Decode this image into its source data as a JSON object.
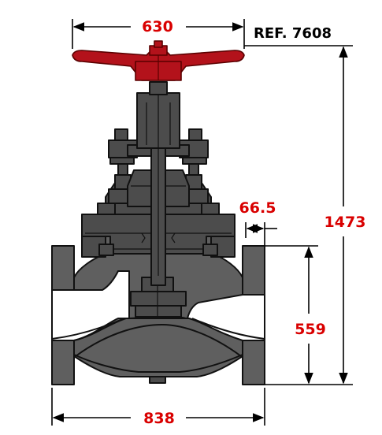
{
  "reference": "REF. 7608",
  "dimensions": {
    "handwheel_diameter": "630",
    "overall_height": "1473",
    "flange_thickness": "66.5",
    "center_height": "559",
    "face_to_face": "838"
  },
  "colors": {
    "dimension_text": "#d90000",
    "handwheel": "#b3121b",
    "valve_body": "#5f5f5f"
  }
}
